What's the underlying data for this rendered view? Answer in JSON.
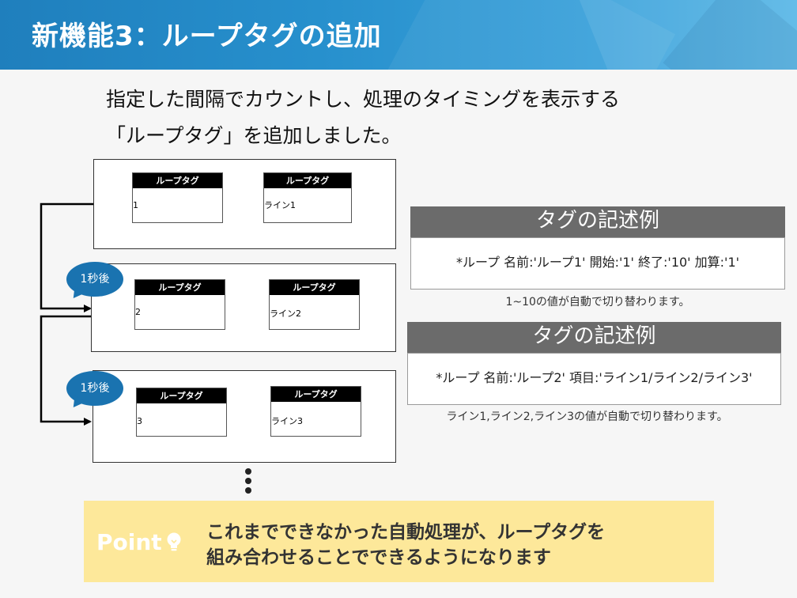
{
  "header": {
    "title": "新機能3：ループタグの追加"
  },
  "intro": {
    "line1": "指定した間隔でカウントし、処理のタイミングを表示する",
    "line2": "「ループタグ」を追加しました。"
  },
  "diagram": {
    "frames": [
      {
        "tags": [
          {
            "header": "ループタグ",
            "value": "1"
          },
          {
            "header": "ループタグ",
            "value": "ライン1"
          }
        ]
      },
      {
        "tags": [
          {
            "header": "ループタグ",
            "value": "2"
          },
          {
            "header": "ループタグ",
            "value": "ライン2"
          }
        ]
      },
      {
        "tags": [
          {
            "header": "ループタグ",
            "value": "3"
          },
          {
            "header": "ループタグ",
            "value": "ライン3"
          }
        ]
      }
    ],
    "bubbles": [
      "1秒後",
      "1秒後"
    ]
  },
  "examples": [
    {
      "heading": "タグの記述例",
      "code": "*ループ 名前:'ループ1' 開始:'1' 終了:'10' 加算:'1'",
      "note": "1~10の値が自動で切り替わります。"
    },
    {
      "heading": "タグの記述例",
      "code": "*ループ 名前:'ループ2' 項目:'ライン1/ライン2/ライン3'",
      "note": "ライン1,ライン2,ライン3の値が自動で切り替わります。"
    }
  ],
  "point": {
    "label": "Point",
    "icon": "lightbulb-icon",
    "line1": "これまでできなかった自動処理が、ループタグを",
    "line2": "組み合わせることでできるようになります"
  },
  "colors": {
    "header": "#2790cd",
    "bubble": "#1a73b0",
    "example_head": "#6b6b6b",
    "point_bg": "#fde89a"
  }
}
